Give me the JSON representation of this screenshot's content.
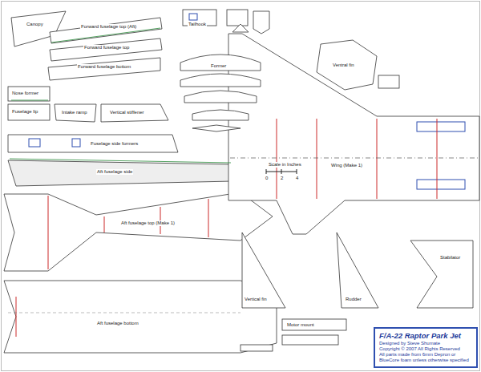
{
  "diagram": {
    "nodes": [
      {
        "text": [
          "F/A-22 Raptor Park Jet",
          "Designed by Steve Shumate",
          "Copyright © 2007 All Rights Reserved",
          "All parts made from 6mm Depron or BlueCore foam unless otherwise specified"
        ]
      }
    ],
    "labels": [
      "Canopy",
      "Forward fuselage top (Aft)",
      "Forward fuselage top",
      "Forward fuselage bottom",
      "Nose former",
      "Fuselage lip",
      "Intake ramp",
      "Vertical stiffener",
      "Fuselage side formers",
      "Aft fuselage side",
      "Aft fuselage top (Make 1)",
      "Aft fuselage bottom",
      "Wing (Make 1)",
      "Scale in Inches",
      "0",
      "2",
      "4",
      "Vertical fin",
      "Stabilator",
      "Tailhook",
      "Former",
      "Rudder",
      "Ventral fin",
      "Motor mount"
    ]
  }
}
